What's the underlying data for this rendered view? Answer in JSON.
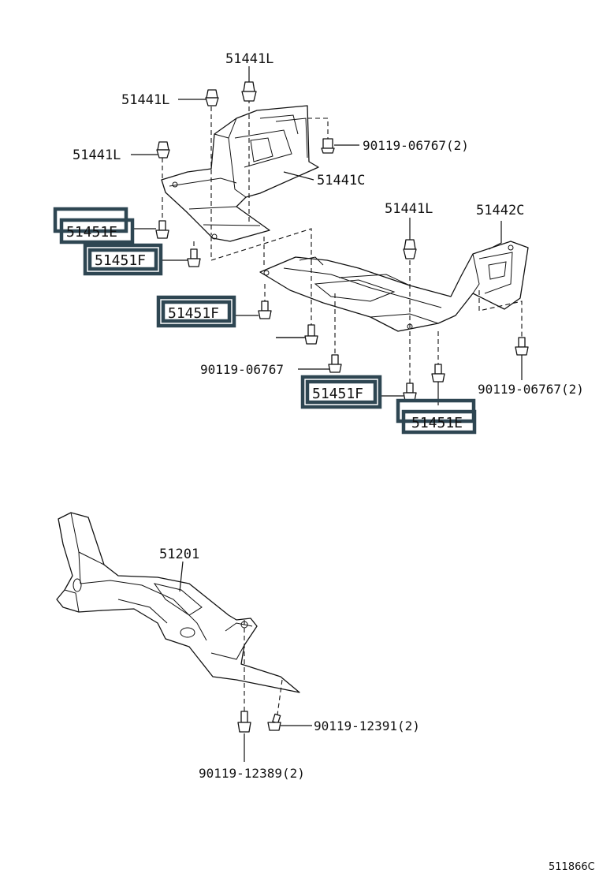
{
  "parts": {
    "clip_top": "51441L",
    "clip_left": "51441L",
    "clip_upper_left": "51441L",
    "clip_right_shield": "51441L",
    "front_shield": "51441C",
    "rear_shield": "51442C",
    "front_crossmember": "51201"
  },
  "bolts": {
    "top_right": "90119-06767(2)",
    "middle": "90119-06767",
    "right": "90119-06767(2)",
    "crossmember_right": "90119-12391(2)",
    "crossmember_bottom": "90119-12389(2)"
  },
  "highlighted_screws": [
    "51451E",
    "51451F",
    "51451F",
    "51451F",
    "51451E"
  ],
  "diagram_code": "511866C",
  "colors": {
    "highlight": "#2e4652",
    "line": "#111111",
    "background": "#ffffff"
  }
}
